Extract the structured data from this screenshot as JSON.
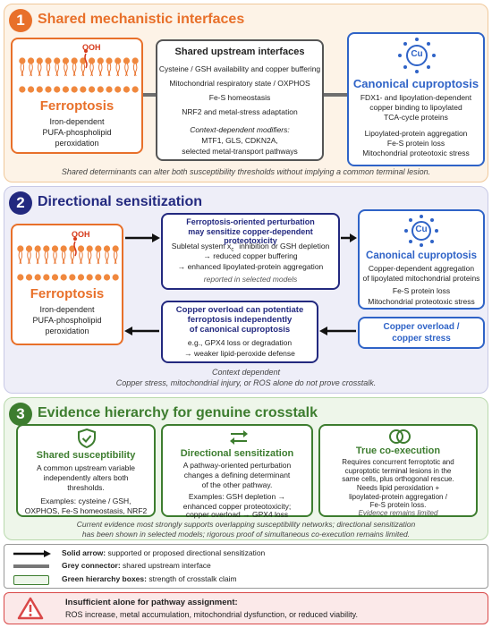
{
  "s1": {
    "num": "1",
    "title": "Shared mechanistic interfaces",
    "ferro": {
      "ooh": "OOH",
      "title": "Ferroptosis",
      "d1": "Iron-dependent",
      "d2": "PUFA-phospholipid",
      "d3": "peroxidation"
    },
    "shared": {
      "title": "Shared upstream interfaces",
      "i1": "Cysteine / GSH availability and copper buffering",
      "i2": "Mitochondrial respiratory state / OXPHOS",
      "i3": "Fe-S homeostasis",
      "i4": "NRF2 and metal-stress adaptation",
      "m1": "Context-dependent modifiers:",
      "m2": "MTF1, GLS, CDKN2A,",
      "m3": "selected metal-transport pathways"
    },
    "cupro": {
      "cu": "Cu",
      "title": "Canonical cuproptosis",
      "d1": "FDX1- and lipoylation-dependent",
      "d2": "copper binding to lipoylated",
      "d3": "TCA-cycle proteins",
      "d4": "Lipoylated-protein aggregation",
      "d5": "Fe-S protein loss",
      "d6": "Mitochondrial proteotoxic stress"
    },
    "foot": "Shared determinants can alter both susceptibility thresholds without implying a common terminal lesion."
  },
  "s2": {
    "num": "2",
    "title": "Directional sensitization",
    "ferro": {
      "ooh": "OOH",
      "title": "Ferroptosis",
      "d1": "Iron-dependent",
      "d2": "PUFA-phospholipid",
      "d3": "peroxidation"
    },
    "top": {
      "t1": "Ferroptosis-oriented perturbation",
      "t2": "may sensitize copper-dependent proteotoxicity",
      "l1": "Subletal system x",
      "l1sub": "c",
      "l1sup": "−",
      "l1b": " inhibition or GSH depletion",
      "l2": "→ reduced copper buffering",
      "l3": "→ enhanced lipoylated-protein aggregation",
      "l4": "reported in selected models"
    },
    "bottom": {
      "t1": "Copper overload can potentiate",
      "t2": "ferroptosis independently",
      "t3": "of canonical cuproptosis",
      "l1": "e.g., GPX4 loss or degradation",
      "l2": "→ weaker lipid-peroxide defense"
    },
    "cupro": {
      "cu": "Cu",
      "title": "Canonical cuproptosis",
      "d1": "Copper-dependent aggregation",
      "d2": "of lipoylated mitochondrial proteins",
      "d3": "Fe-S protein loss",
      "d4": "Mitochondrial proteotoxic stress"
    },
    "stress": {
      "l1": "Copper overload /",
      "l2": "copper stress"
    },
    "foot1": "Context dependent",
    "foot2": "Copper stress, mitochondrial injury, or ROS alone do not prove crosstalk."
  },
  "s3": {
    "num": "3",
    "title": "Evidence hierarchy for genuine crosstalk",
    "c1": {
      "title": "Shared susceptibility",
      "l1": "A common upstream variable",
      "l2": "independently alters both",
      "l3": "thresholds.",
      "e1": "Examples: cysteine / GSH,",
      "e2": "OXPHOS, Fe-S homeostasis, NRF2"
    },
    "c2": {
      "title": "Directional sensitization",
      "l1": "A pathway-oriented perturbation",
      "l2": "changes a defining determinant",
      "l3": "of the other pathway.",
      "e1": "Examples: GSH depletion →",
      "e2": "enhanced copper proteotoxicity;",
      "e3": "copper overload → GPX4 loss"
    },
    "c3": {
      "title": "True co-execution",
      "l1": "Requires concurrent ferroptotic and",
      "l2": "cuproptotic terminal lesions in the",
      "l3": "same cells, plus orthogonal rescue.",
      "l4": "Needs lipid peroxidation +",
      "l5": "lipoylated-protein aggregation /",
      "l6": "Fe-S protein loss.",
      "l7": "Evidence remains limited"
    },
    "foot1": "Current evidence most strongly supports overlapping susceptibility networks; directional sensitization",
    "foot2": "has been shown in selected models; rigorous proof of simultaneous co-execution remains limited."
  },
  "legend": {
    "a_label": "Solid arrow:",
    "a_text": "supported or proposed directional sensitization",
    "g_label": "Grey connector:",
    "g_text": "shared upstream interface",
    "b_label": "Green hierarchy boxes:",
    "b_text": "strength of crosstalk claim"
  },
  "warn": {
    "title": "Insufficient alone for pathway assignment:",
    "text": "ROS increase, metal accumulation, mitochondrial dysfunction, or reduced viability."
  },
  "colors": {
    "orange": "#e8702a",
    "blue": "#2f63c7",
    "navy": "#23297f",
    "green": "#3d7d2f",
    "red": "#d94848"
  }
}
